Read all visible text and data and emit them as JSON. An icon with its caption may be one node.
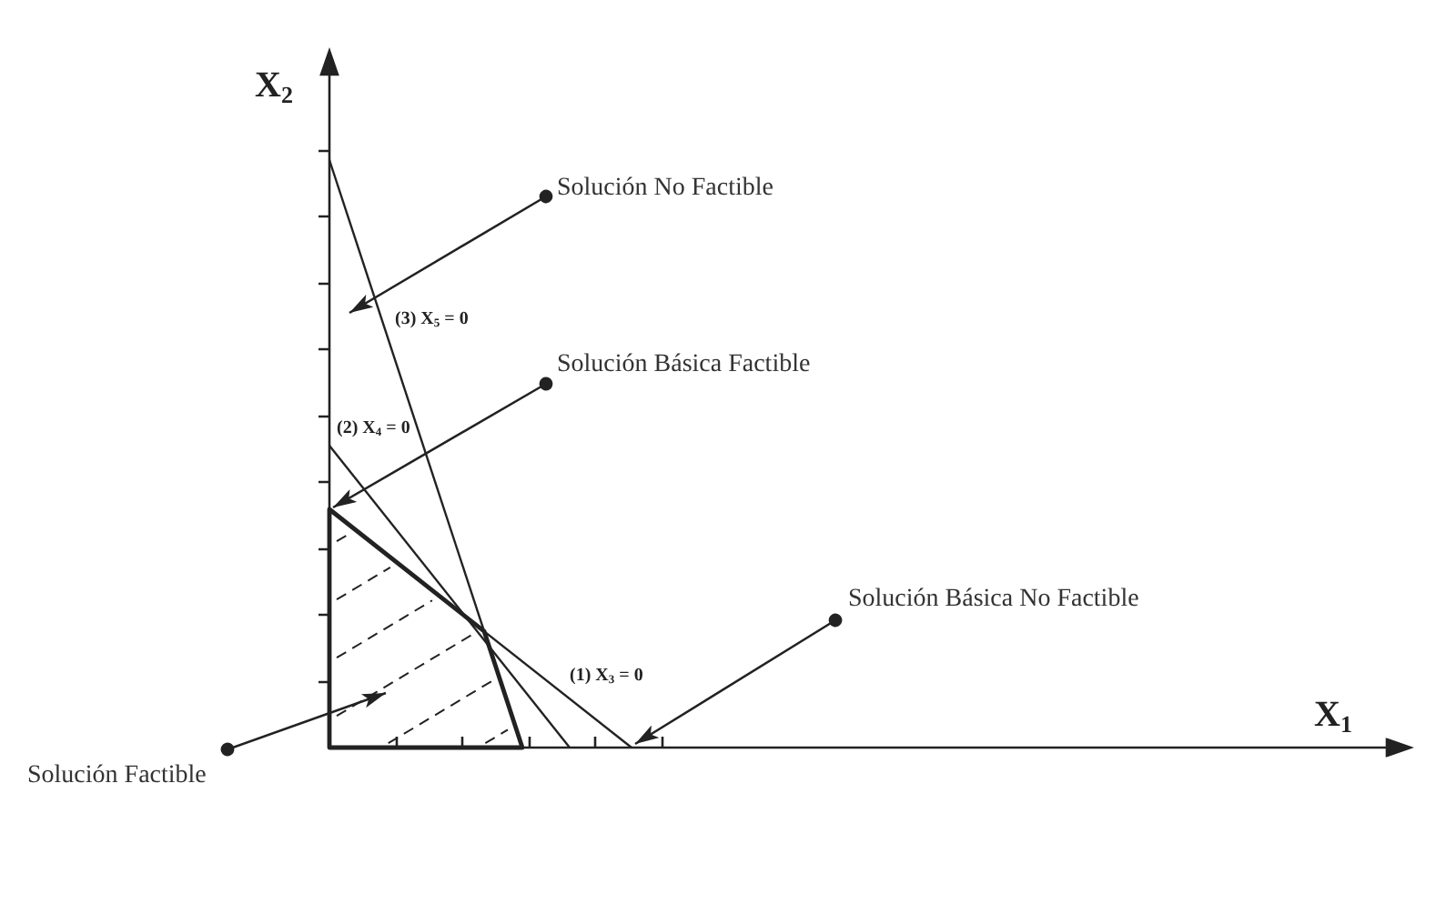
{
  "diagram": {
    "nodes": [
      {
        "text": [
          "Solución No Factible"
        ]
      },
      {
        "text": [
          "Solución Básica Factible"
        ]
      },
      {
        "text": [
          "Solución Básica No Factible"
        ]
      },
      {
        "text": [],
        "shape": "polygon"
      },
      {
        "text": [
          "Solución Factible"
        ]
      }
    ],
    "edges": [
      {
        "from": 0,
        "to": null,
        "arrow": "to"
      },
      {
        "from": 1,
        "to": 3,
        "arrow": "to"
      },
      {
        "from": 2,
        "to": null,
        "arrow": "to"
      },
      {
        "from": 4,
        "to": 3,
        "arrow": "to"
      }
    ],
    "labels": [
      "X$_{2}$",
      "(3) X$_{5}$ = 0",
      "(2) X$_{4}$ = 0",
      "(1) X$_{3}$ = 0",
      "X$_{1}$"
    ]
  }
}
